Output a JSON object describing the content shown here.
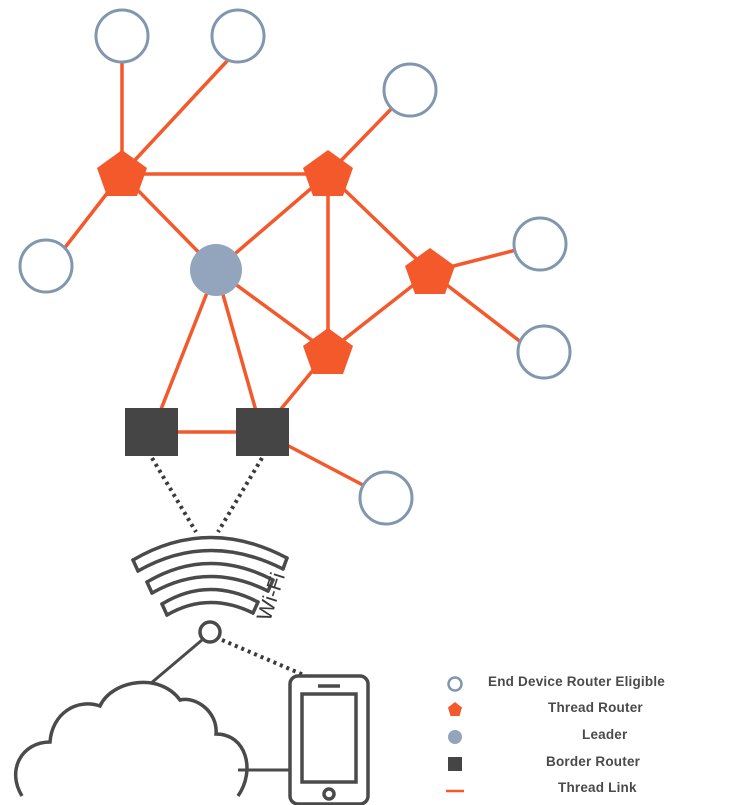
{
  "wifi_label": "Wi-Fi",
  "legend": {
    "end_device": "End Device Router Eligible",
    "thread_router": "Thread Router",
    "leader": "Leader",
    "border_router": "Border Router",
    "thread_link": "Thread Link"
  },
  "colors": {
    "thread": "#f4592c",
    "end_device_stroke": "#8197ae",
    "leader": "#93a5bd",
    "border_router": "#454545",
    "outline": "#4a4a4a"
  }
}
